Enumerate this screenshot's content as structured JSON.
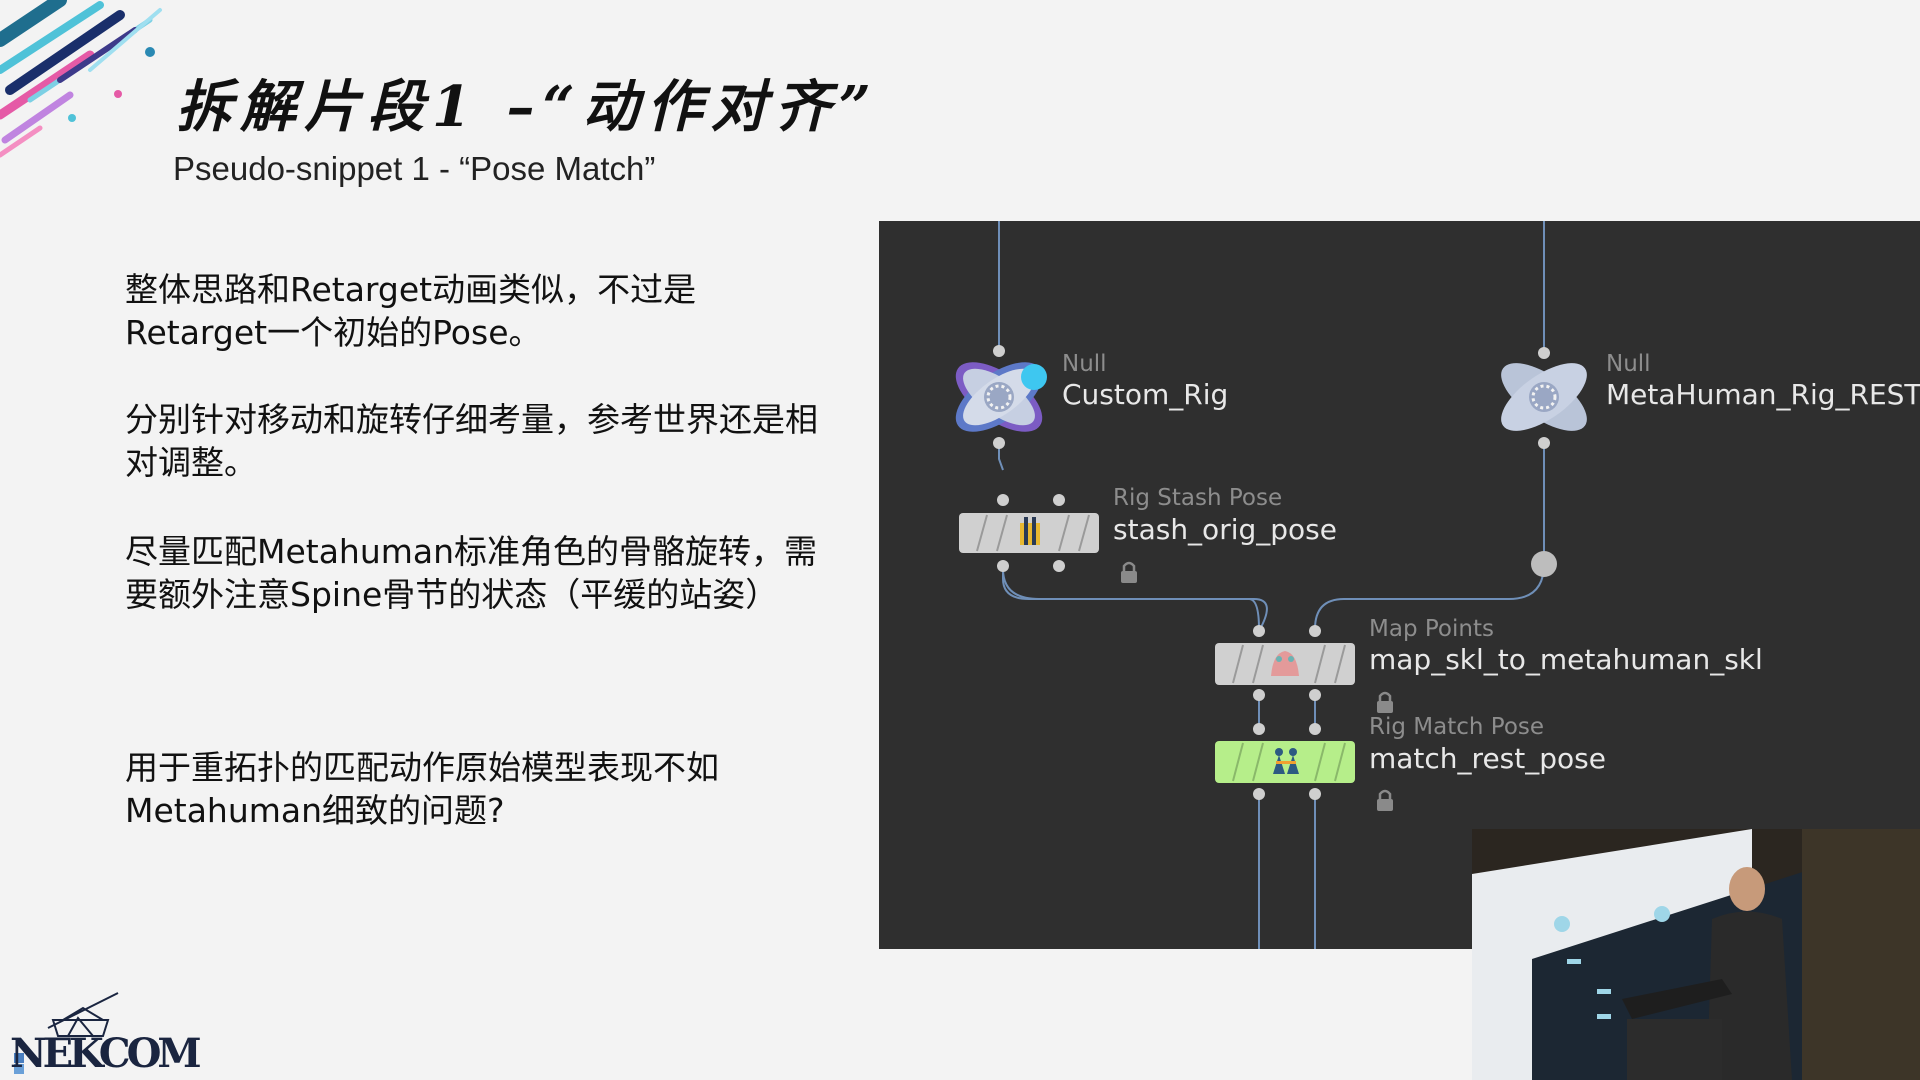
{
  "slide": {
    "title_cn": "拆解片段1 –“动作对齐”",
    "title_en": "Pseudo-snippet 1 - “Pose Match”",
    "paragraphs": [
      "整体思路和Retarget动画类似，不过是Retarget一个初始的Pose。",
      "分别针对移动和旋转仔细考量，参考世界还是相对调整。",
      "尽量匹配Metahuman标准角色的骨骼旋转，需要额外注意Spine骨节的状态（平缓的站姿）",
      "用于重拓扑的匹配动作原始模型表现不如Metahuman细致的问题?"
    ],
    "logo_text": "NEKCOM"
  },
  "graph": {
    "background": "#2f2f2f",
    "nodes": [
      {
        "type": "Null",
        "name": "Custom_Rig",
        "icon": "null-node-icon"
      },
      {
        "type": "Null",
        "name": "MetaHuman_Rig_REST",
        "icon": "null-node-icon"
      },
      {
        "type": "Rig Stash Pose",
        "name": "stash_orig_pose",
        "icon": "rig-stash-pose-icon"
      },
      {
        "type": "Map Points",
        "name": "map_skl_to_metahuman_skl",
        "icon": "map-points-icon"
      },
      {
        "type": "Rig Match Pose",
        "name": "match_rest_pose",
        "icon": "rig-match-pose-icon"
      }
    ],
    "colors": {
      "wire": "#6f8fb8",
      "node_body": "#d0d0d0",
      "selected_node": "#b6ee8a",
      "null_node": "#c0c8d8",
      "null_node_accent": "#7c5cc4"
    }
  }
}
